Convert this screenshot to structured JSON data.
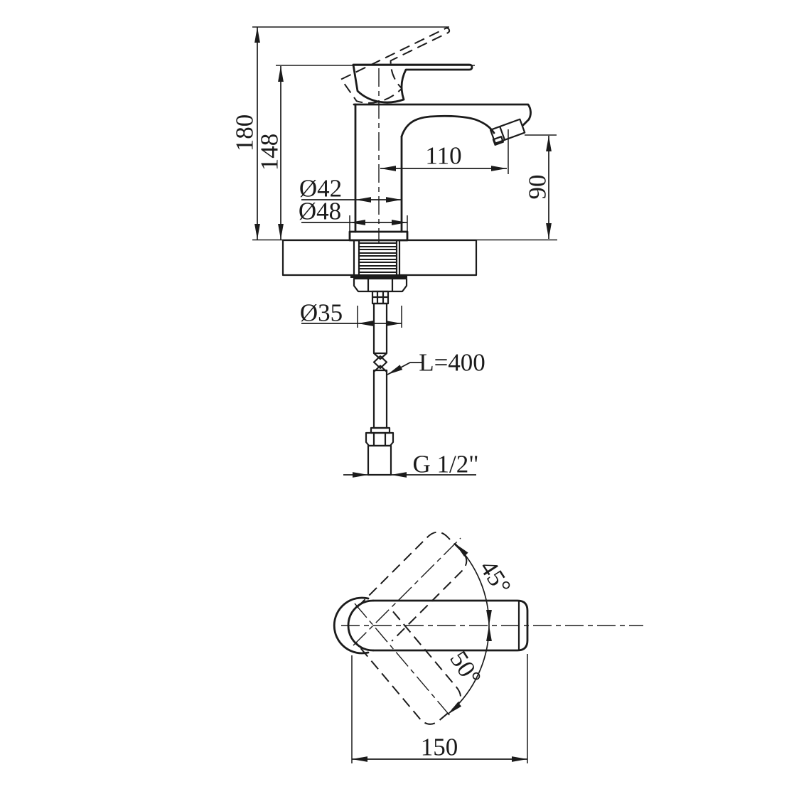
{
  "drawing": {
    "type": "faucet-installation-dimensions",
    "colors": {
      "line": "#1b1b1b",
      "background": "#ffffff"
    },
    "side_view": {
      "total_height": "180",
      "body_height": "148",
      "spout_reach": "110",
      "spout_height": "90",
      "body_diameter": "Ø42",
      "base_diameter": "Ø48",
      "hole_diameter": "Ø35",
      "hose_length": "L=400",
      "thread_size": "G 1/2\""
    },
    "top_view": {
      "handle_swing_up": "45°",
      "handle_swing_down": "50°",
      "overall_length": "150"
    }
  }
}
